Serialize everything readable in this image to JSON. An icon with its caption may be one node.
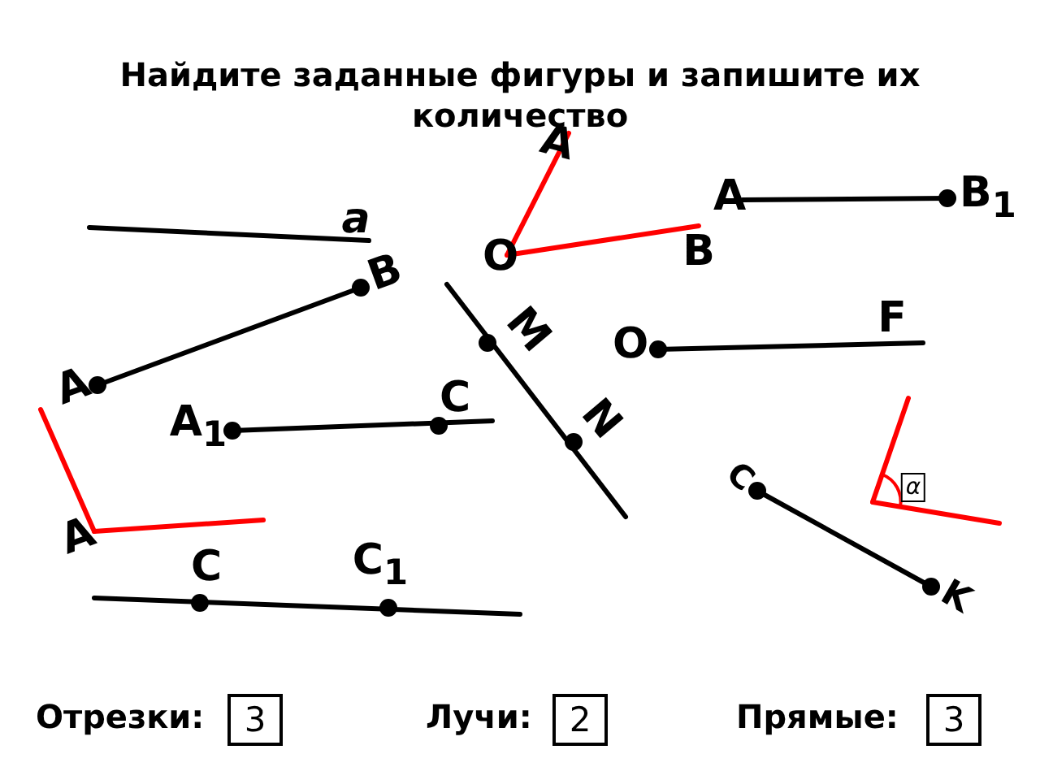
{
  "diagram": {
    "title": "Найдите заданные фигуры  и запишите их количество",
    "nodes": [
      {
        "text": [
          "3"
        ],
        "beside": [
          "Отрезки:"
        ]
      },
      {
        "text": [
          "2"
        ],
        "beside": [
          "Лучи:"
        ]
      },
      {
        "text": [
          "3"
        ],
        "beside": [
          "Прямые:"
        ]
      }
    ],
    "labels": [
      "A",
      "A",
      "B$_{1}$",
      "a",
      "O",
      "B",
      "B",
      "F",
      "M",
      "O",
      "A",
      "C",
      "A$_{1}$",
      "N",
      "C",
      "α",
      "A",
      "C",
      "C$_{1}$",
      "K"
    ]
  }
}
